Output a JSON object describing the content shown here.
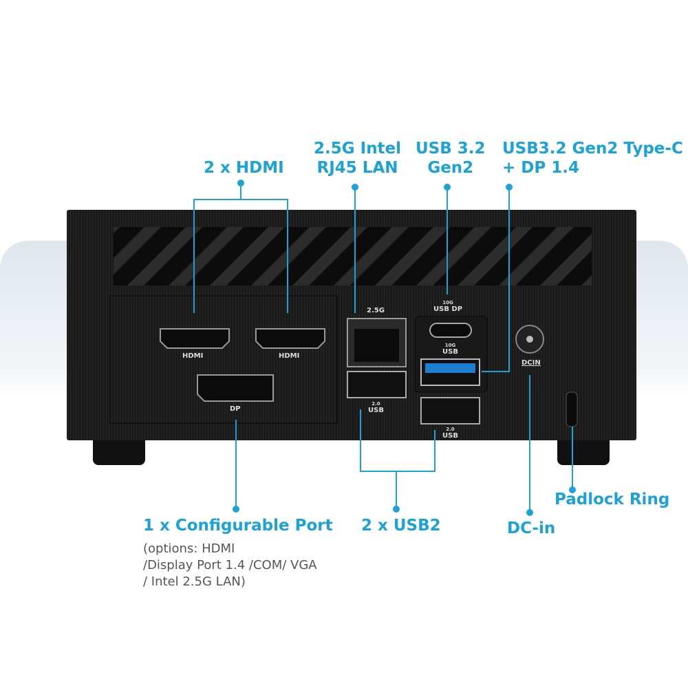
{
  "callouts": {
    "hdmi": "2 x HDMI",
    "lan_1": "2.5G Intel",
    "lan_2": "RJ45 LAN",
    "usb32_1": "USB 3.2",
    "usb32_2": "Gen2",
    "typec_1": "USB3.2 Gen2 Type-C",
    "typec_2": "+ DP 1.4",
    "config": "1 x Configurable Port",
    "config_note_1": "(options: HDMI",
    "config_note_2": "/Display Port 1.4 /COM/ VGA",
    "config_note_3": "/ Intel 2.5G LAN)",
    "usb2": "2 x USB2",
    "dcin": "DC-in",
    "padlock": "Padlock Ring"
  },
  "port_labels": {
    "hdmi1": "HDMI",
    "hdmi2": "HDMI",
    "dp": "DP",
    "lan": "2.5G",
    "typec_speed": "10G",
    "typec": "USB DP",
    "usb3_speed": "10G",
    "usb3": "USB",
    "usb2a_ver": "2.0",
    "usb2a": "USB",
    "usb2b_ver": "2.0",
    "usb2b": "USB",
    "dc": "DCIN"
  },
  "colors": {
    "accent": "#1ba3d8",
    "usb3_blue": "#1a7fd0",
    "device": "#1e1e1e"
  }
}
